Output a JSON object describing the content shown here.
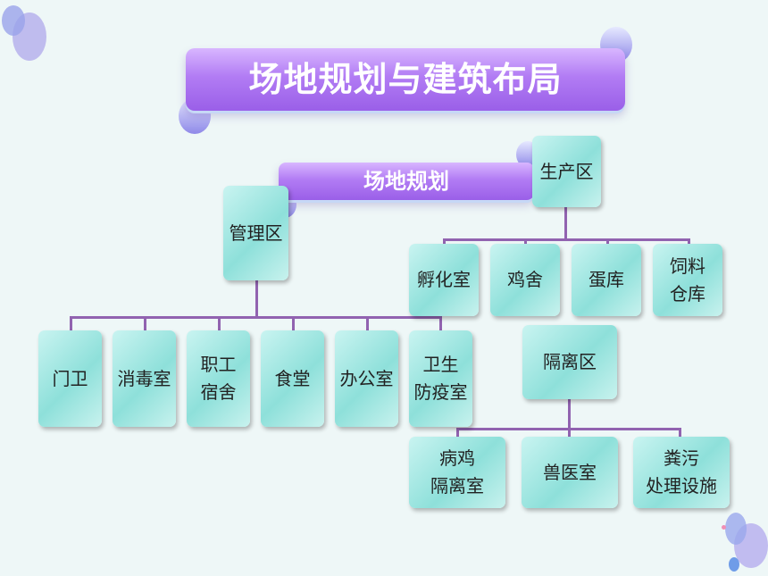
{
  "title": "场地规划与建筑布局",
  "subtitle": "场地规划",
  "nodes": {
    "management": "管理区",
    "production": "生产区",
    "isolation": "隔离区",
    "gate": "门卫",
    "disinfection": "消毒室",
    "staff_dorm": "职工\n宿舍",
    "canteen": "食堂",
    "office": "办公室",
    "sanitation": "卫生\n防疫室",
    "hatchery": "孵化室",
    "henhouse": "鸡舍",
    "egg_storage": "蛋库",
    "feed_storage": "饲料\n仓库",
    "sick_isolation": "病鸡\n隔离室",
    "vet_room": "兽医室",
    "manure_facility": "粪污\n处理设施"
  }
}
